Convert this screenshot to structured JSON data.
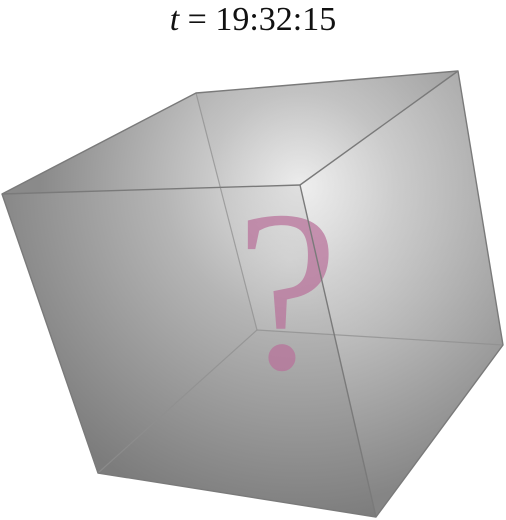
{
  "caption": {
    "variable": "t",
    "equals": " = ",
    "time": "19:32:15"
  },
  "cube": {
    "glyph": "?",
    "glyph_color": "#b8709a",
    "icon": "question-mark-cube"
  }
}
